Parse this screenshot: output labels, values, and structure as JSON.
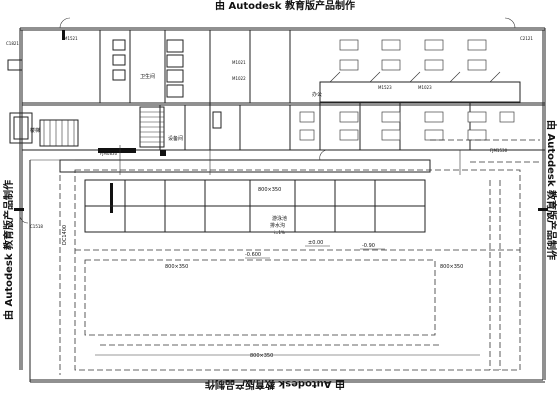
{
  "watermark": "由 Autodesk 教育版产品制作",
  "room_labels": {
    "stair": "楼梯",
    "office": "办公",
    "toilet": "卫生间",
    "equipment": "设备间",
    "pool": "游泳池"
  },
  "door_tags": [
    "M1521",
    "M1021",
    "M1022",
    "M1523",
    "M1023",
    "FJM1530",
    "FJM0830",
    "C1821",
    "C2121",
    "C1518"
  ],
  "dimension_labels": {
    "upper_span": "800×350",
    "mid_span": "800×350",
    "left_span": "800×350",
    "bottom_span": "800×350",
    "side_span": "DC1400"
  },
  "elevations": {
    "deck": "±0.00",
    "pool_a": "-0.600",
    "pool_b": "-0.90"
  },
  "slope_note": "排水沟",
  "slope_value": "i=1%"
}
